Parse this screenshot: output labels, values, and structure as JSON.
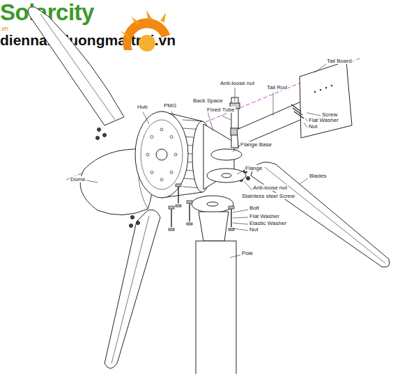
{
  "diagram": {
    "labels": [
      "Solarcity",
      ".vn",
      "Anti-loose nut",
      "Tail Rod",
      "Tail Board",
      "Back Space",
      "Fixed Tube",
      "Hub",
      "PMG",
      "Screw",
      "Flat Washer",
      "Nut",
      "Flange Base",
      "Flange",
      "Blades",
      "Dome",
      "Anti-loose nut",
      "Stainless steel Screw",
      "Bolt",
      "Flat Washer",
      "Elastic Washer",
      "Nut",
      "Pole",
      "diennangluongmattroi.vn"
    ]
  }
}
